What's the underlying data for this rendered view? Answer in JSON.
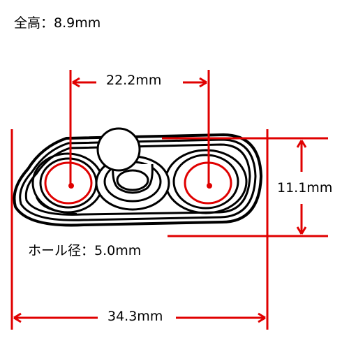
{
  "labels": {
    "total_height": "全高：8.9mm",
    "hole_spacing": "22.2mm",
    "width": "11.1mm",
    "hole_diameter": "ホール径：5.0mm",
    "length": "34.3mm"
  },
  "colors": {
    "dimension": "#e00000",
    "outline": "#000000",
    "background": "#ffffff"
  }
}
